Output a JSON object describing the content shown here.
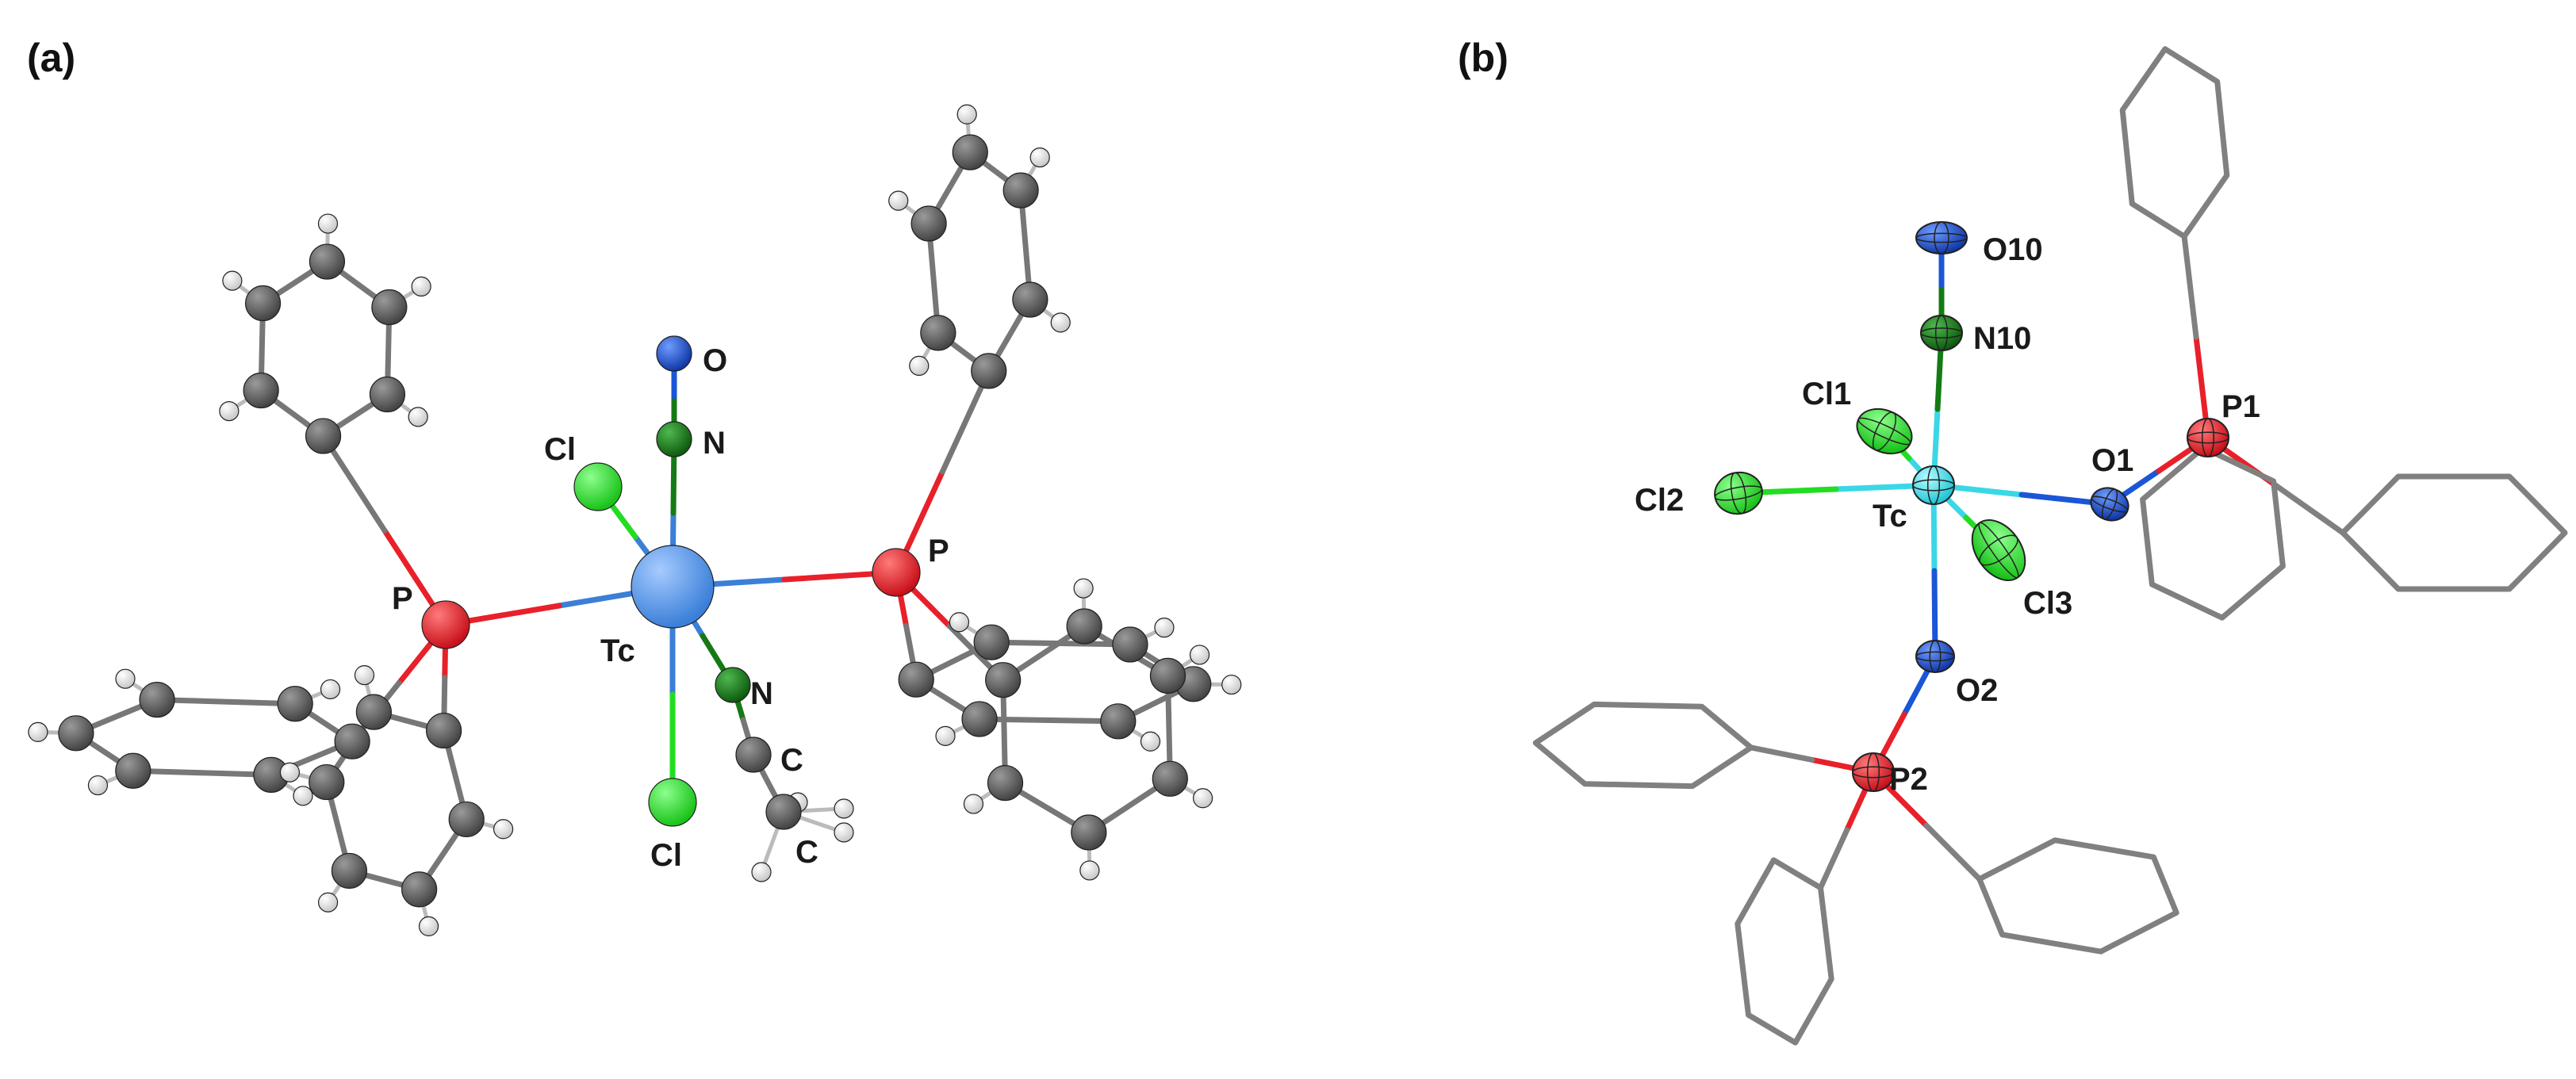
{
  "panel_a": {
    "label": "(a)",
    "atom_labels": {
      "o": "O",
      "n_top": "N",
      "cl_left": "Cl",
      "cl_bottom": "Cl",
      "tc": "Tc",
      "p_left": "P",
      "p_right": "P",
      "n_acn": "N",
      "c1": "C",
      "c2": "C"
    }
  },
  "panel_b": {
    "label": "(b)",
    "atom_labels": {
      "o10": "O10",
      "n10": "N10",
      "cl1": "Cl1",
      "cl2": "Cl2",
      "cl3": "Cl3",
      "tc": "Tc",
      "o1": "O1",
      "p1": "P1",
      "o2": "O2",
      "p2": "P2"
    }
  },
  "colors": {
    "tc_a": "#4a90e2",
    "tc_b": "#3ad7e6",
    "phosphorus": "#e8202a",
    "chlorine": "#22dd22",
    "nitrogen": "#157a15",
    "oxygen": "#1a56d6",
    "carbon": "#555555",
    "hydrogen": "#f0f0f0",
    "stick": "#777777"
  }
}
